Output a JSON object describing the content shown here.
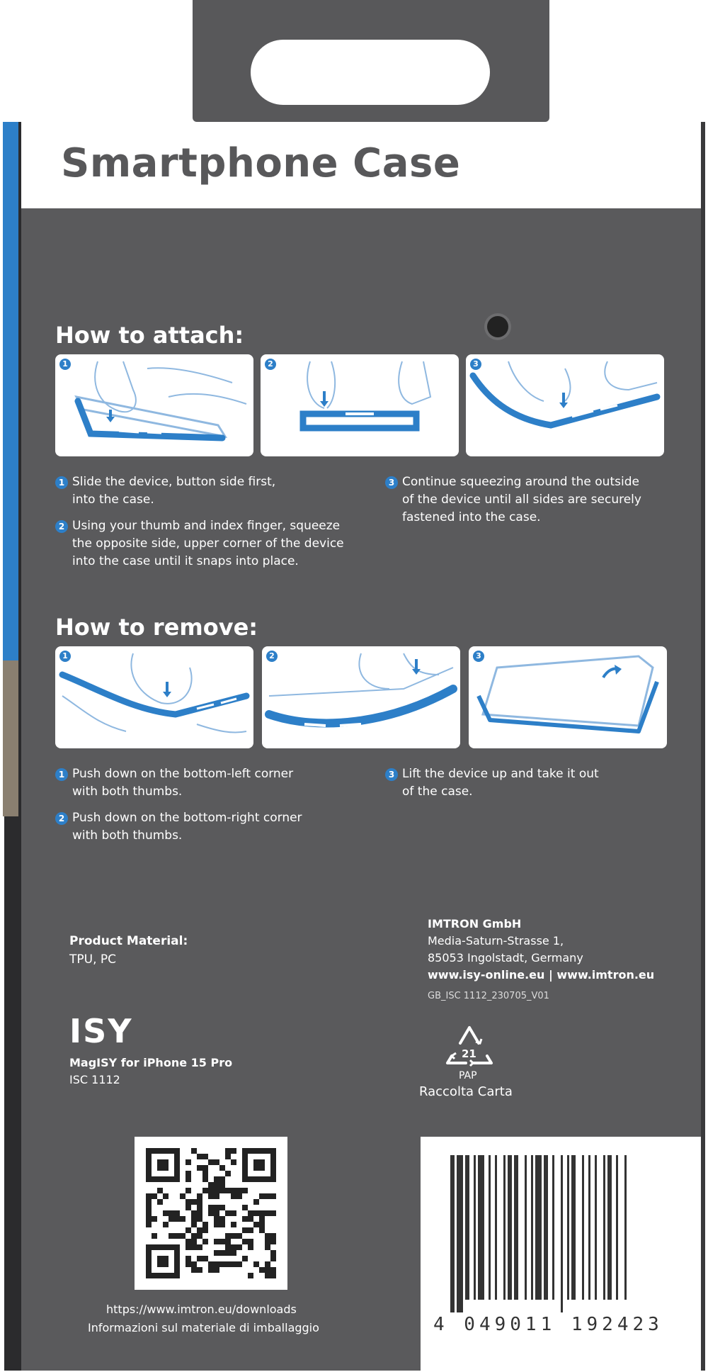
{
  "product": {
    "title": "Smartphone Case"
  },
  "attach": {
    "heading": "How to attach:",
    "panels": [
      {
        "number": "1"
      },
      {
        "number": "2"
      },
      {
        "number": "3"
      }
    ],
    "steps": [
      {
        "number": "1",
        "text": "Slide the device, button side first,\ninto the case."
      },
      {
        "number": "2",
        "text": "Using your thumb and index finger, squeeze\nthe opposite side, upper corner of the device\ninto the case until it snaps into place."
      },
      {
        "number": "3",
        "text": "Continue squeezing around the outside\nof the device until all sides are securely\nfastened into the case."
      }
    ]
  },
  "remove": {
    "heading": "How to remove:",
    "panels": [
      {
        "number": "1"
      },
      {
        "number": "2"
      },
      {
        "number": "3"
      }
    ],
    "steps": [
      {
        "number": "1",
        "text": "Push down on the bottom-left corner\nwith both thumbs."
      },
      {
        "number": "2",
        "text": "Push down on the bottom-right corner\nwith both thumbs."
      },
      {
        "number": "3",
        "text": "Lift the device up and take it out\nof the case."
      }
    ]
  },
  "material": {
    "label": "Product Material:",
    "value": "TPU, PC"
  },
  "manufacturer": {
    "name": "IMTRON GmbH",
    "street": "Media-Saturn-Strasse 1,",
    "city": "85053 Ingolstadt, Germany",
    "web": "www.isy-online.eu | www.imtron.eu",
    "code": "GB_ISC 1112_230705_V01"
  },
  "brand": {
    "logo": "ISY",
    "model": "MagISY for iPhone 15 Pro",
    "sku": "ISC 1112"
  },
  "recycling": {
    "number": "21",
    "code": "PAP",
    "label": "Raccolta Carta"
  },
  "qr": {
    "url": "https://www.imtron.eu/downloads",
    "caption": "Informazioni sul materiale di imballaggio"
  },
  "barcode": {
    "digits": "4 049011 192423"
  },
  "colors": {
    "box": "#5a5a5c",
    "accent": "#2d7fc8",
    "text": "#ffffff",
    "title": "#58585a"
  }
}
